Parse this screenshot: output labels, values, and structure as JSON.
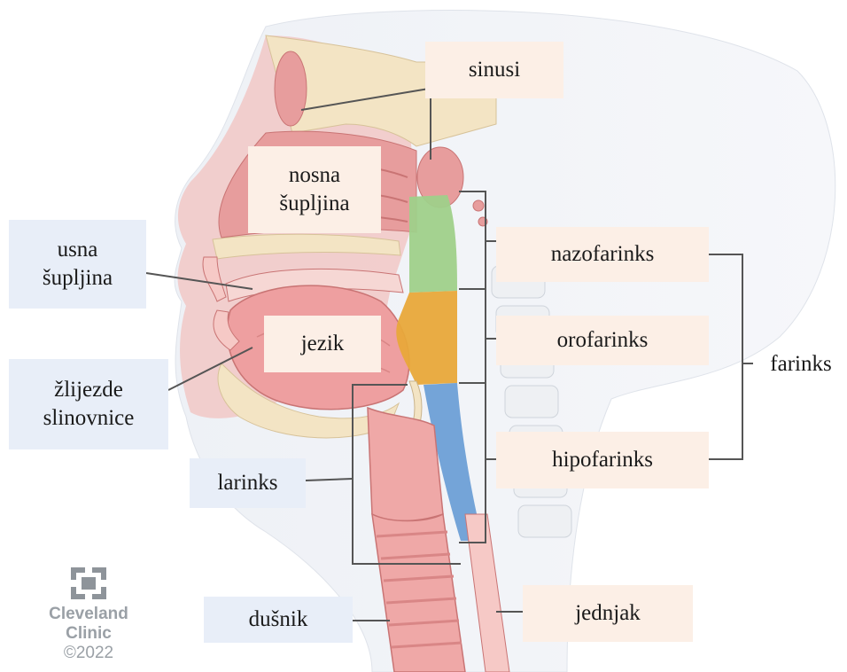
{
  "labels": {
    "sinusi": "sinusi",
    "nosna_supljina": "nosna\nšupljina",
    "usna_supljina": "usna\nšupljina",
    "jezik": "jezik",
    "zlijezde_slinovnice": "žlijezde\nslinovnice",
    "larinks": "larinks",
    "dusnik": "dušnik",
    "nazofarinks": "nazofarinks",
    "orofarinks": "orofarinks",
    "hipofarinks": "hipofarinks",
    "farinks": "farinks",
    "jednjak": "jednjak"
  },
  "logo": {
    "name_line1": "Cleveland",
    "name_line2": "Clinic",
    "copyright": "©2022"
  },
  "colors": {
    "nasopharynx": "#9fd08a",
    "oropharynx": "#e8a83a",
    "hypopharynx": "#6d9fd6",
    "tissue": "#e89a9a",
    "bone": "#f3e4c4",
    "label_warm": "#fcefe6",
    "label_cool": "#e8eef8"
  }
}
